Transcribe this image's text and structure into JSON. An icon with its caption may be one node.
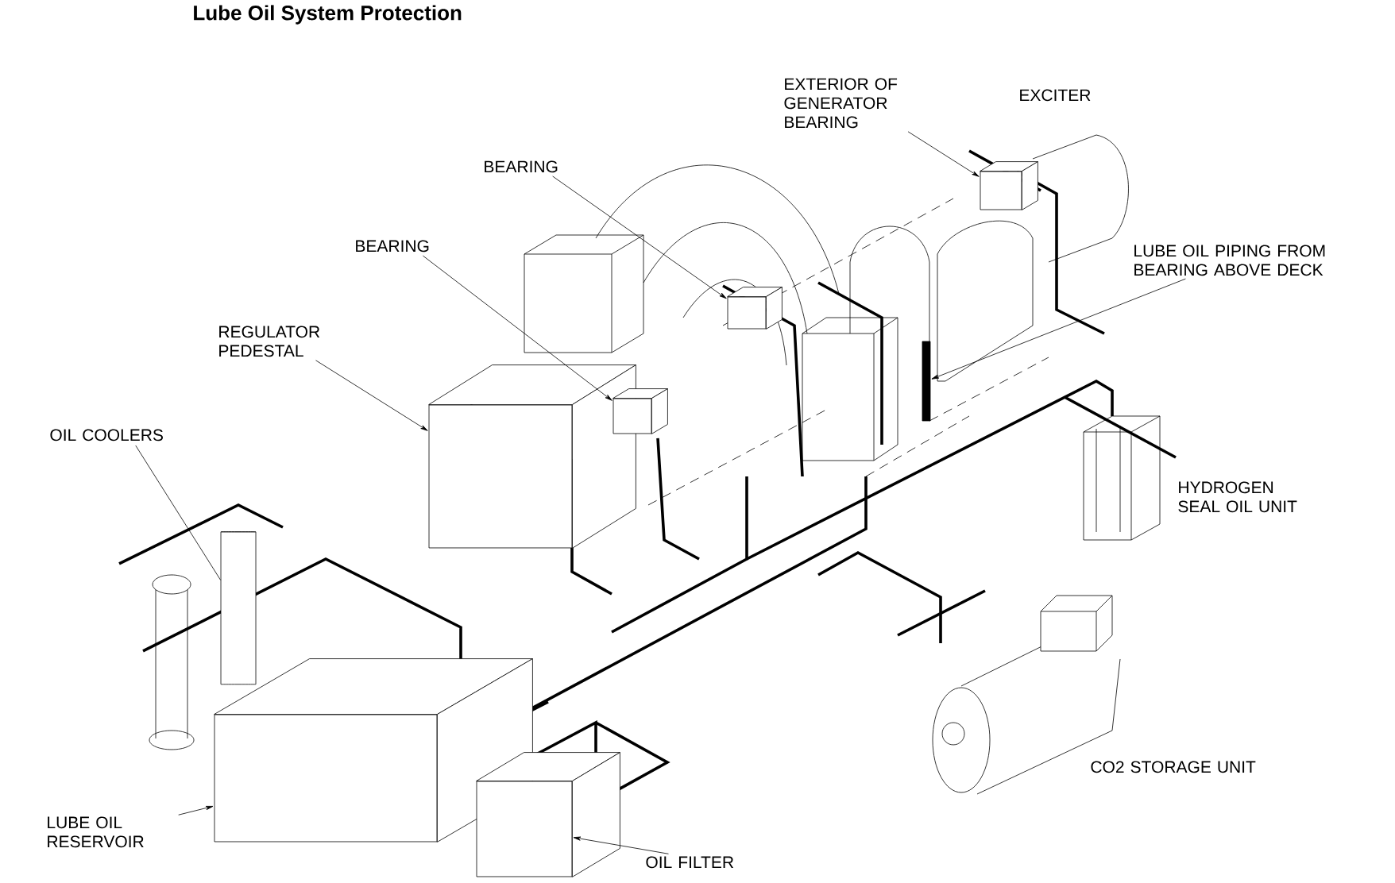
{
  "diagram": {
    "title": "Lube Oil System Protection",
    "nodes": [
      {
        "text": [
          "BEARING"
        ]
      },
      {
        "text": [],
        "shape": "box"
      },
      {
        "text": [
          "BEARING"
        ]
      },
      {
        "text": [],
        "shape": "box"
      },
      {
        "text": [
          "EXTERIOR OF GENERATOR BEARING"
        ]
      },
      {
        "text": [],
        "shape": "box"
      },
      {
        "text": [
          "LUBE OIL PIPING FROM BEARING ABOVE DECK"
        ]
      },
      {
        "text": [],
        "shape": "bar"
      },
      {
        "text": [
          "REGULATOR PEDESTAL"
        ]
      },
      {
        "text": [],
        "shape": "box"
      },
      {
        "text": [
          "OIL COOLERS"
        ]
      },
      {
        "text": [],
        "shape": "cylinder"
      },
      {
        "text": [
          "LUBE OIL RESERVOIR"
        ]
      },
      {
        "text": [],
        "shape": "box"
      },
      {
        "text": [
          "OIL FILTER"
        ]
      },
      {
        "text": [],
        "shape": "box"
      }
    ],
    "edges": [
      {
        "from": 0,
        "to": 1,
        "arrow": "to"
      },
      {
        "from": 2,
        "to": 3,
        "arrow": "to"
      },
      {
        "from": 4,
        "to": 5,
        "arrow": "to"
      },
      {
        "from": 6,
        "to": 7,
        "arrow": "to"
      },
      {
        "from": 8,
        "to": 9,
        "arrow": "to"
      },
      {
        "from": 10,
        "to": 11,
        "arrow": "none"
      },
      {
        "from": 12,
        "to": 13,
        "arrow": "to"
      },
      {
        "from": 14,
        "to": 15,
        "arrow": "to"
      }
    ],
    "labels": [
      "EXCITER",
      "HYDROGEN SEAL OIL UNIT",
      "CO2 STORAGE UNIT"
    ]
  }
}
